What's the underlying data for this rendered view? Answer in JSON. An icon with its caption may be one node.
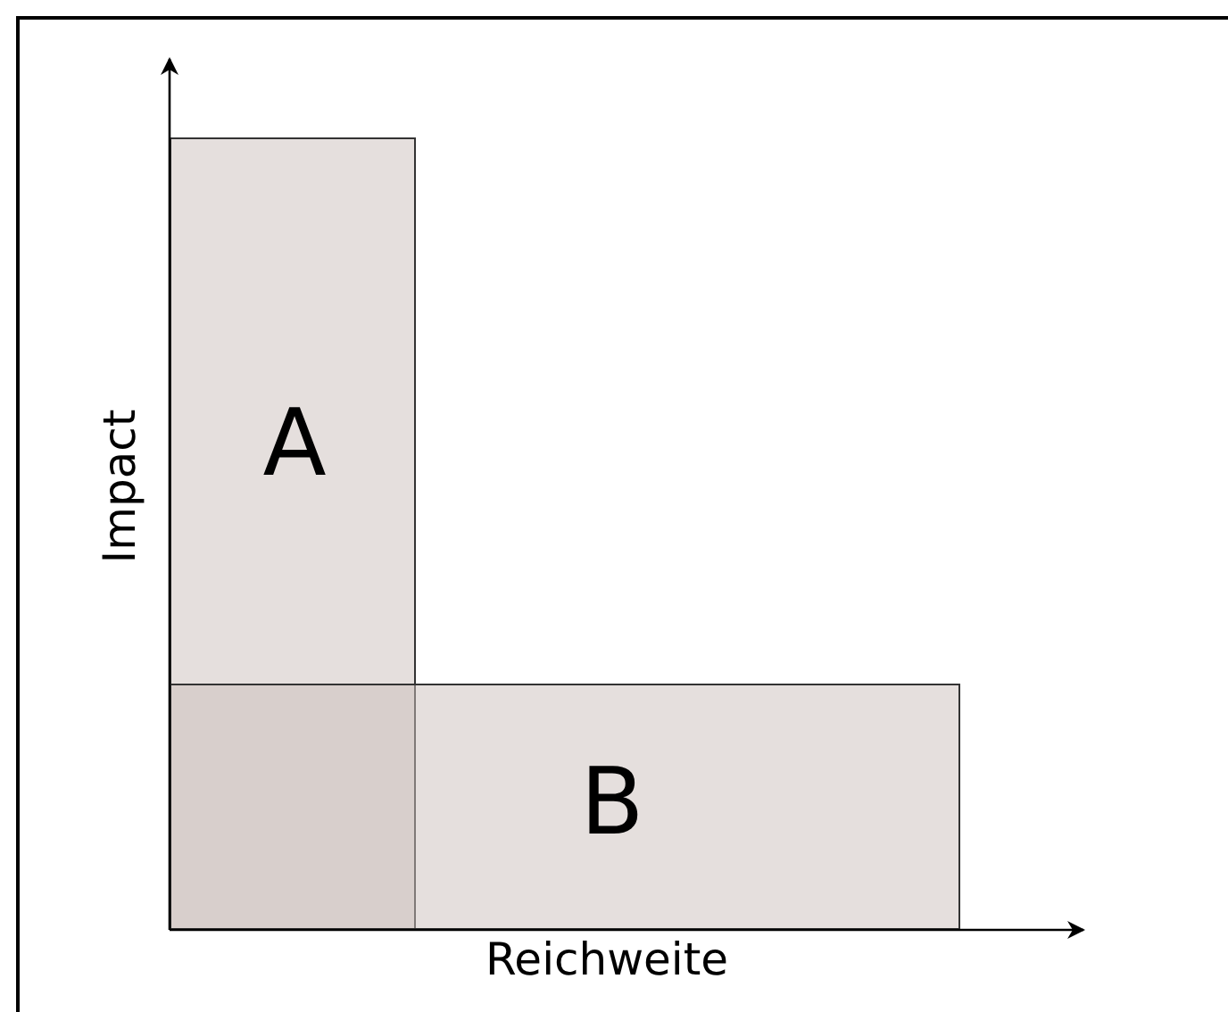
{
  "diagram": {
    "nodes": [
      {
        "text": [
          "A"
        ]
      },
      {
        "text": [
          "B"
        ]
      }
    ],
    "labels": [
      "Impact",
      "Reichweite"
    ]
  }
}
